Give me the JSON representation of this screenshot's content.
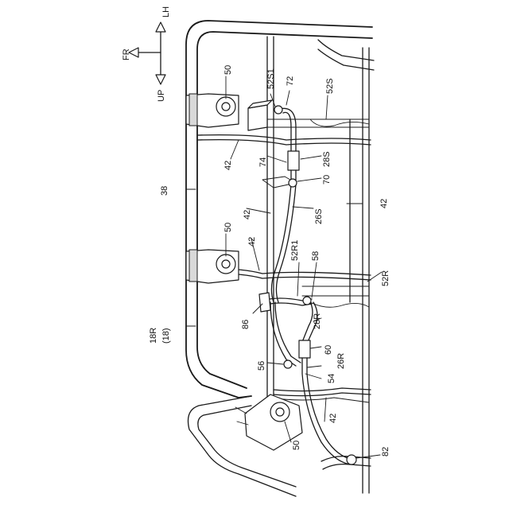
{
  "labels": {
    "dir_lh": "LH",
    "dir_fr": "FR",
    "dir_up": "UP",
    "n50_top": "50",
    "n50_mid": "50",
    "n50_bot": "50",
    "n52S1": "52S1",
    "n72": "72",
    "n52S": "52S",
    "n74": "74",
    "n28S": "28S",
    "n70": "70",
    "n42_a": "42",
    "n42_b": "42",
    "n42_c": "42",
    "n42_d": "42",
    "n42_e": "42",
    "n38": "38",
    "n26S": "26S",
    "n52R1": "52R1",
    "n58": "58",
    "n52R": "52R",
    "n86": "86",
    "n28R": "28R",
    "n60": "60",
    "n26R": "26R",
    "n56": "56",
    "n54": "54",
    "n18R": "18R",
    "n18": "(18)",
    "n82": "82"
  }
}
